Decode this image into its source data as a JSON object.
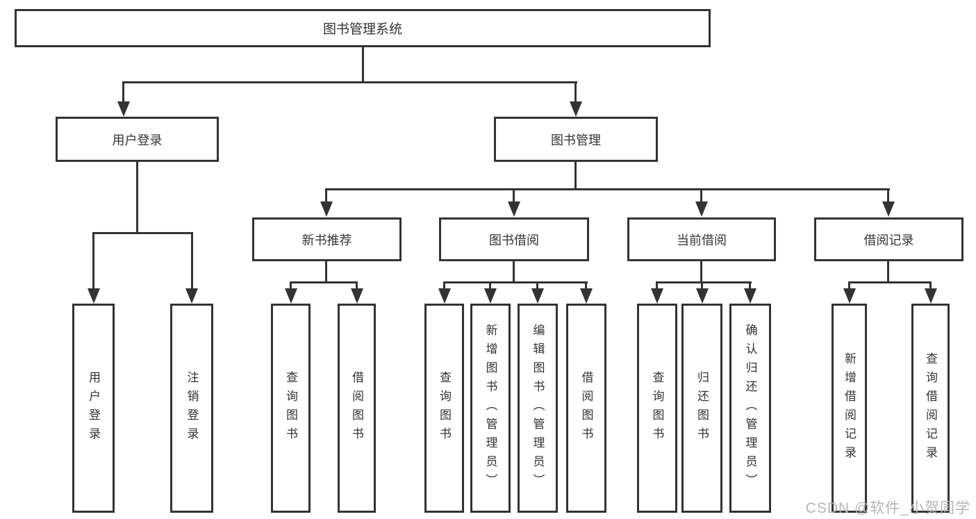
{
  "colors": {
    "line": "#333333",
    "text": "#333333",
    "watermark": "#b5b5b5"
  },
  "watermark": "CSDN @软件_小贺同学",
  "tree": {
    "label": "图书管理系统",
    "children": [
      {
        "label": "用户登录",
        "children": [
          {
            "label": "用户登录"
          },
          {
            "label": "注销登录"
          }
        ]
      },
      {
        "label": "图书管理",
        "children": [
          {
            "label": "新书推荐",
            "children": [
              {
                "label": "查询图书"
              },
              {
                "label": "借阅图书"
              }
            ]
          },
          {
            "label": "图书借阅",
            "children": [
              {
                "label": "查询图书"
              },
              {
                "label": "新增图书（管理员）"
              },
              {
                "label": "编辑图书（管理员）"
              },
              {
                "label": "借阅图书"
              }
            ]
          },
          {
            "label": "当前借阅",
            "children": [
              {
                "label": "查询图书"
              },
              {
                "label": "归还图书"
              },
              {
                "label": "确认归还（管理员）"
              }
            ]
          },
          {
            "label": "借阅记录",
            "children": [
              {
                "label": "新增借阅记录"
              },
              {
                "label": "查询借阅记录"
              }
            ]
          }
        ]
      }
    ]
  }
}
